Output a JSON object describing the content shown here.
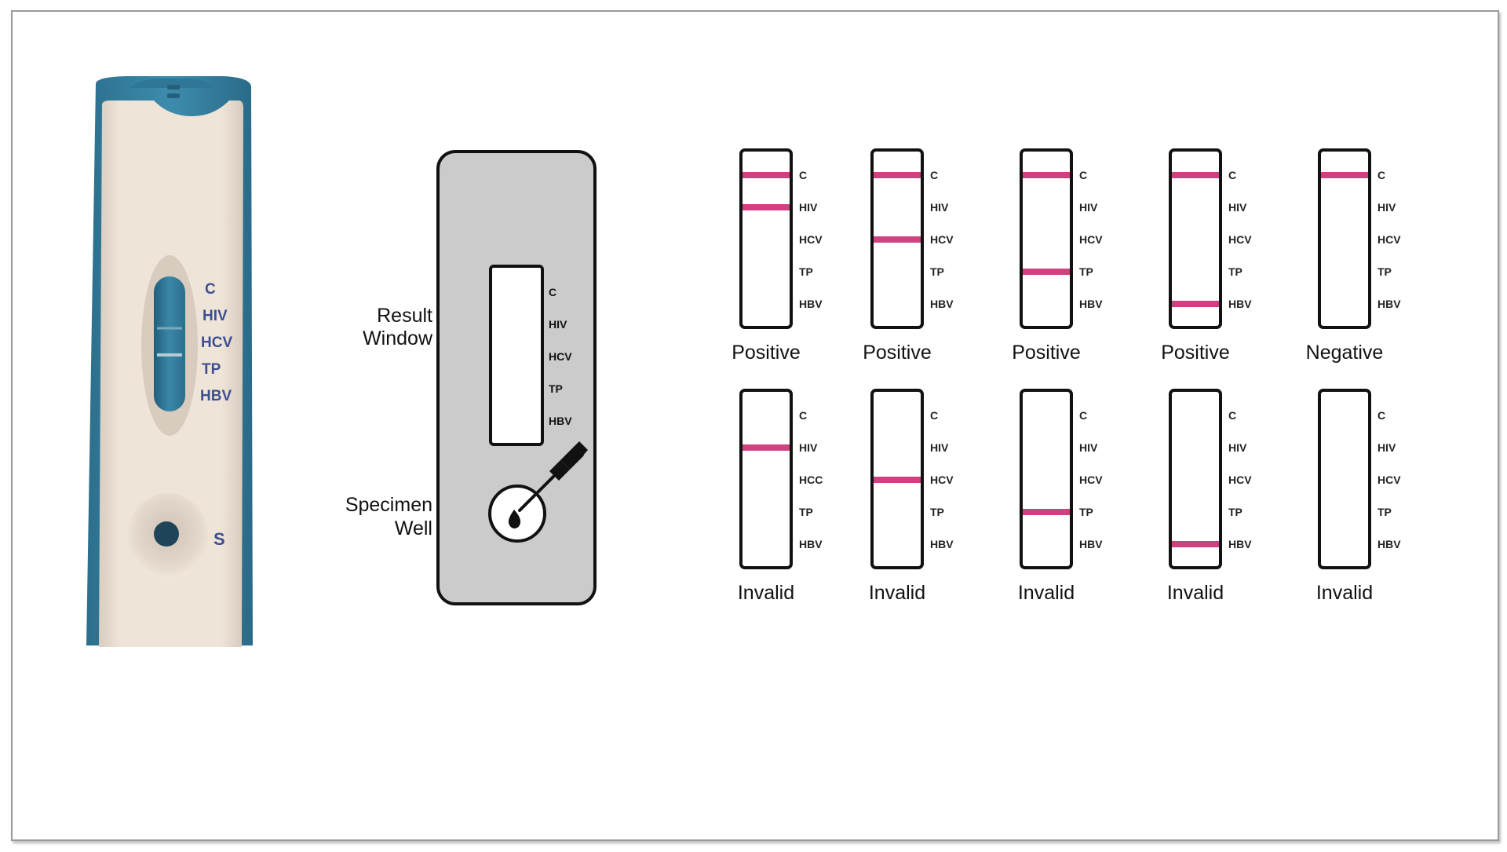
{
  "photo": {
    "markers": [
      "C",
      "HIV",
      "HCV",
      "TP",
      "HBV"
    ],
    "well_label": "S"
  },
  "diagram": {
    "result_window_label": [
      "Result",
      "Window"
    ],
    "specimen_well_label": [
      "Specimen",
      "Well"
    ],
    "markers": [
      "C",
      "HIV",
      "HCV",
      "TP",
      "HBV"
    ]
  },
  "results": [
    {
      "label": "Positive",
      "markers": [
        "C",
        "HIV",
        "HCV",
        "TP",
        "HBV"
      ],
      "lines": [
        "C",
        "HIV"
      ]
    },
    {
      "label": "Positive",
      "markers": [
        "C",
        "HIV",
        "HCV",
        "TP",
        "HBV"
      ],
      "lines": [
        "C",
        "HCV"
      ]
    },
    {
      "label": "Positive",
      "markers": [
        "C",
        "HIV",
        "HCV",
        "TP",
        "HBV"
      ],
      "lines": [
        "C",
        "TP"
      ]
    },
    {
      "label": "Positive",
      "markers": [
        "C",
        "HIV",
        "HCV",
        "TP",
        "HBV"
      ],
      "lines": [
        "C",
        "HBV"
      ]
    },
    {
      "label": "Negative",
      "markers": [
        "C",
        "HIV",
        "HCV",
        "TP",
        "HBV"
      ],
      "lines": [
        "C"
      ]
    },
    {
      "label": "Invalid",
      "markers": [
        "C",
        "HIV",
        "HCC",
        "TP",
        "HBV"
      ],
      "lines": [
        "HIV"
      ]
    },
    {
      "label": "Invalid",
      "markers": [
        "C",
        "HIV",
        "HCV",
        "TP",
        "HBV"
      ],
      "lines": [
        "HCV"
      ]
    },
    {
      "label": "Invalid",
      "markers": [
        "C",
        "HIV",
        "HCV",
        "TP",
        "HBV"
      ],
      "lines": [
        "TP"
      ]
    },
    {
      "label": "Invalid",
      "markers": [
        "C",
        "HIV",
        "HCV",
        "TP",
        "HBV"
      ],
      "lines": [
        "HBV"
      ]
    },
    {
      "label": "Invalid",
      "markers": [
        "C",
        "HIV",
        "HCV",
        "TP",
        "HBV"
      ],
      "lines": []
    }
  ],
  "colors": {
    "cassette_blue": "#3a87a8",
    "cassette_body": "#ede2d6",
    "label_blue": "#3e4f8f",
    "test_line": "#d0417f",
    "diagram_gray": "#cbcbcb"
  }
}
